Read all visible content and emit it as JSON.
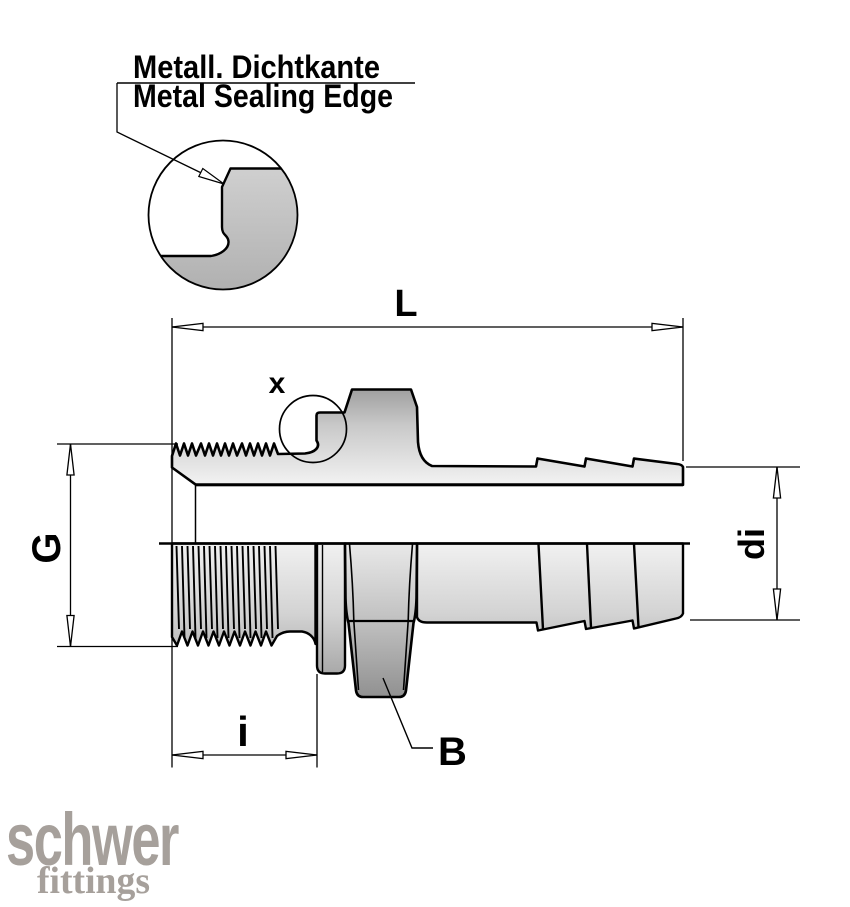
{
  "annotation": {
    "line1": "Metall. Dichtkante",
    "line2": "Metal Sealing Edge"
  },
  "dimension_labels": {
    "overall_length": "L",
    "sealing_edge_detail": "x",
    "thread": "G",
    "hose_inner_diameter": "di",
    "thread_length": "i",
    "hex_width": "B"
  },
  "logo": {
    "name": "schwer",
    "tagline": "fittings",
    "color": "#a6a09b"
  },
  "colors": {
    "line": "#000000",
    "background": "#ffffff",
    "metal_highlight": "#f4f4f4",
    "metal_shadow": "#969696"
  }
}
